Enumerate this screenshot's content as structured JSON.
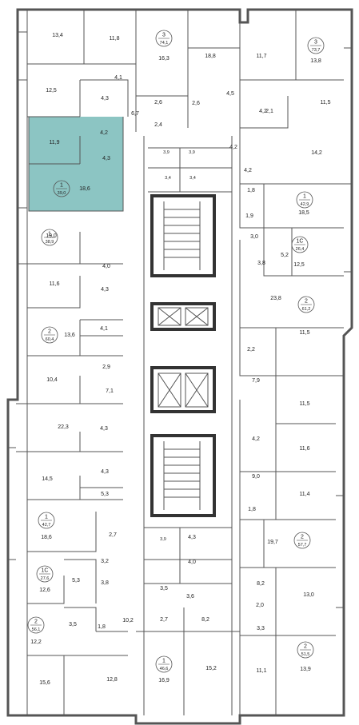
{
  "highlight_color": "#8cc5c3",
  "wall_color": "#555555",
  "apartments": [
    {
      "rooms": "3",
      "area": "74,1"
    },
    {
      "rooms": "3",
      "area": "73,7"
    },
    {
      "rooms": "1",
      "area": "39,0"
    },
    {
      "rooms": "1",
      "area": "42,9"
    },
    {
      "rooms": "1",
      "area": "38,9"
    },
    {
      "rooms": "1С",
      "area": "26,4"
    },
    {
      "rooms": "2",
      "area": "61,2"
    },
    {
      "rooms": "2",
      "area": "60,4"
    },
    {
      "rooms": "1",
      "area": "42,7"
    },
    {
      "rooms": "2",
      "area": "57,7"
    },
    {
      "rooms": "1С",
      "area": "27,6"
    },
    {
      "rooms": "2",
      "area": "56,1"
    },
    {
      "rooms": "1",
      "area": "46,6"
    },
    {
      "rooms": "2",
      "area": "51,5"
    }
  ],
  "rooms": [
    "13,4",
    "11,8",
    "16,3",
    "18,8",
    "11,7",
    "13,8",
    "12,5",
    "4,1",
    "4,3",
    "2,6",
    "2,6",
    "4,5",
    "2,1",
    "11,5",
    "6,7",
    "2,4",
    "4,2",
    "11,9",
    "4,2",
    "3,9",
    "3,9",
    "4,2",
    "14,2",
    "4,3",
    "3,4",
    "3,4",
    "4,2",
    "18,6",
    "1,8",
    "18,5",
    "1,9",
    "19,0",
    "3,0",
    "5,2",
    "3,8",
    "12,5",
    "4,0",
    "11,6",
    "4,3",
    "23,8",
    "4,1",
    "13,6",
    "2,2",
    "11,5",
    "2,9",
    "7,9",
    "10,4",
    "7,1",
    "11,5",
    "4,3",
    "22,3",
    "4,2",
    "11,6",
    "14,5",
    "4,3",
    "9,0",
    "5,3",
    "11,4",
    "1,8",
    "18,6",
    "2,7",
    "19,7",
    "3,9",
    "4,3",
    "4,0",
    "3,2",
    "12,6",
    "5,3",
    "3,8",
    "3,5",
    "3,6",
    "8,2",
    "2,0",
    "13,0",
    "3,3",
    "10,2",
    "3,5",
    "1,8",
    "12,2",
    "2,7",
    "8,2",
    "15,6",
    "12,8",
    "16,9",
    "15,2",
    "11,1",
    "13,9"
  ]
}
